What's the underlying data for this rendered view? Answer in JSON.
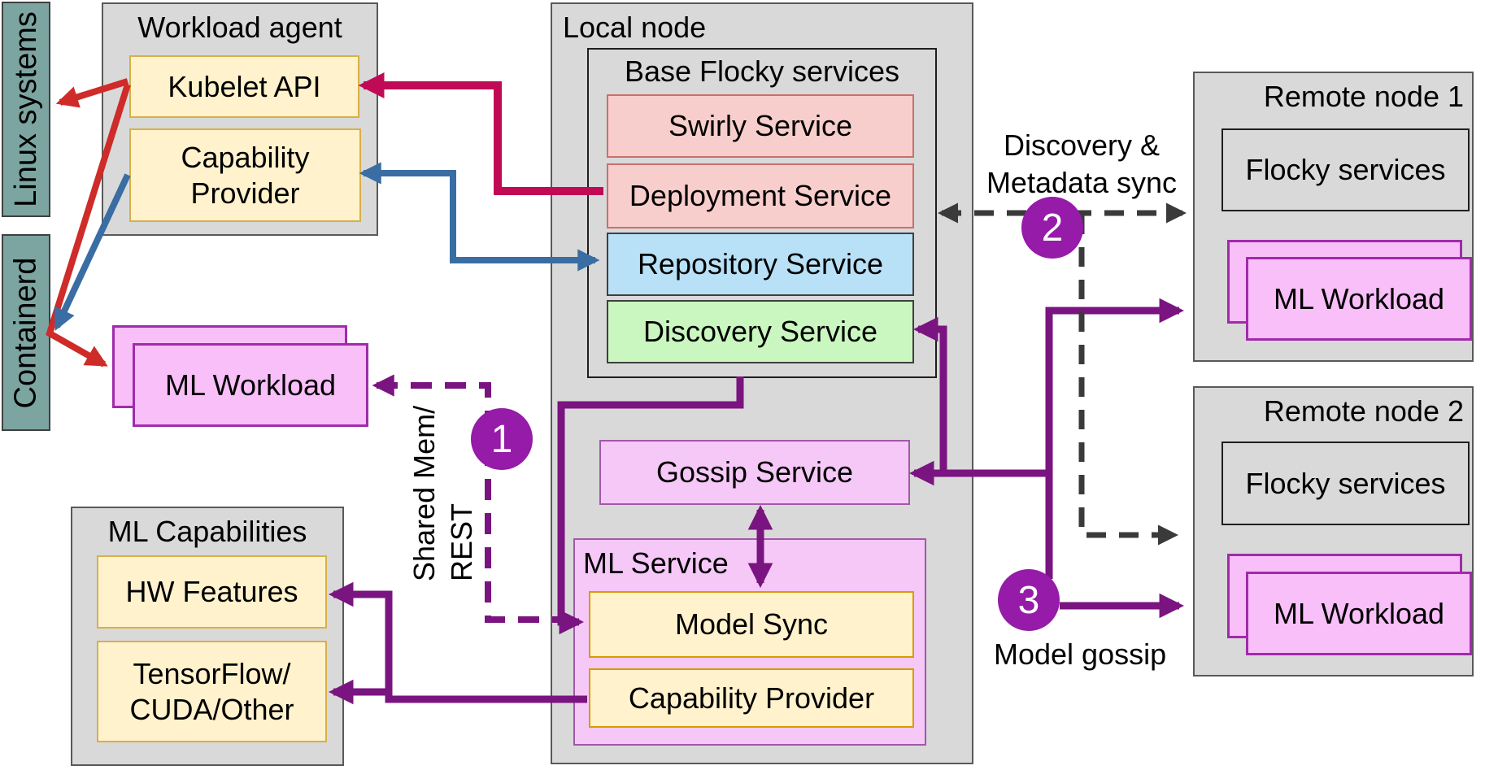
{
  "diagram": {
    "left": {
      "linux_systems": "Linux systems",
      "containerd": "Containerd",
      "workload_agent": {
        "title": "Workload agent",
        "kubelet_api": "Kubelet API",
        "capability_provider": "Capability Provider"
      },
      "ml_workload": "ML Workload",
      "ml_capabilities": {
        "title": "ML Capabilities",
        "hw_features": "HW Features",
        "tensorflow_line1": "TensorFlow/",
        "tensorflow_line2": "CUDA/Other"
      }
    },
    "local_node": {
      "title": "Local node",
      "base_flocky": {
        "title": "Base Flocky services",
        "swirly": "Swirly Service",
        "deployment": "Deployment Service",
        "repository": "Repository Service",
        "discovery": "Discovery Service"
      },
      "gossip_service": "Gossip Service",
      "ml_service": {
        "title": "ML Service",
        "model_sync": "Model Sync",
        "capability_provider": "Capability Provider"
      }
    },
    "remote_node_1": {
      "title": "Remote node 1",
      "flocky_services": "Flocky services",
      "ml_workload": "ML Workload"
    },
    "remote_node_2": {
      "title": "Remote node 2",
      "flocky_services": "Flocky services",
      "ml_workload": "ML Workload"
    },
    "annotations": {
      "step1": {
        "number": "1",
        "label_line1": "Shared Mem/",
        "label_line2": "REST"
      },
      "step2": {
        "number": "2",
        "label_line1": "Discovery &",
        "label_line2": "Metadata sync"
      },
      "step3": {
        "number": "3",
        "label": "Model gossip"
      }
    },
    "colors": {
      "teal_fill": "#7CA5A1",
      "box_gray": "#D9D9D9",
      "gray_border": "#595959",
      "dark_border": "#1F1F1F",
      "thin_border": "#3F3F3F",
      "yellow_fill": "#FFF2CC",
      "yellow_border": "#D8B049",
      "orange_border": "#D79B00",
      "salmon_fill": "#F8CECC",
      "salmon_border": "#C9706A",
      "blue_fill": "#B8E1F7",
      "green_fill": "#C9F7BF",
      "magenta_fill": "#F5C8F7",
      "magenta_border": "#A159A8",
      "workload_fill": "#F9BFF9",
      "workload_border": "#A02BAA",
      "purple_line": "#7A1480",
      "purple_circle": "#951BA8",
      "crimson_line": "#C10A56",
      "red_line": "#CE2B29",
      "blue_line": "#3A6DA3",
      "dash_line": "#3A3A3A",
      "text_color": "#000000",
      "circle_text": "#FFFFFF"
    }
  }
}
